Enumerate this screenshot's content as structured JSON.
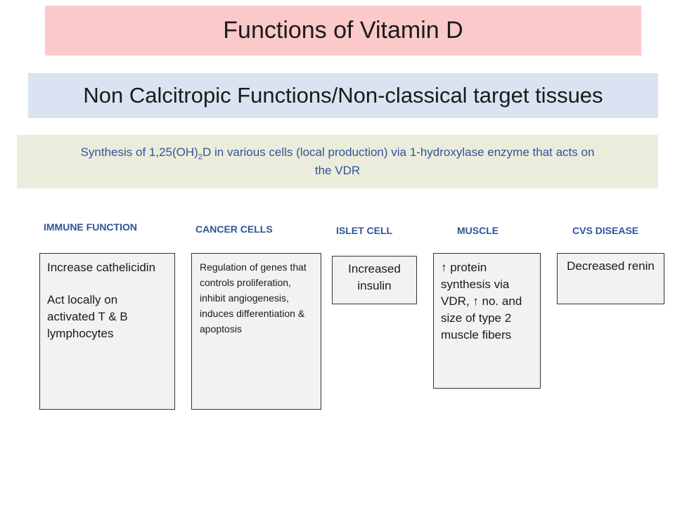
{
  "title": "Functions of Vitamin D",
  "subtitle": "Non Calcitropic Functions/Non-classical target tissues",
  "synthesis": {
    "part1": "Synthesis of 1,25(OH)",
    "subscript": "2",
    "part2": "D in various cells (local production) via 1-hydroxylase enzyme that acts on the VDR"
  },
  "categories": [
    {
      "label": "IMMUNE FUNCTION",
      "lines": [
        "Increase cathelicidin",
        "Act locally on activated T & B lymphocytes"
      ]
    },
    {
      "label": "CANCER CELLS",
      "lines": [
        "Regulation of genes that controls proliferation, inhibit angiogenesis, induces differentiation & apoptosis"
      ]
    },
    {
      "label": "ISLET CELL",
      "lines": [
        "Increased insulin"
      ]
    },
    {
      "label": "MUSCLE",
      "lines": [
        "↑ protein synthesis via VDR, ↑ no. and size of type 2 muscle fibers"
      ]
    },
    {
      "label": "CVS DISEASE",
      "lines": [
        "Decreased renin"
      ]
    }
  ],
  "colors": {
    "title_bg": "#fbc9c9",
    "subtitle_bg": "#d9e3f1",
    "synthesis_bg": "#ececdd",
    "accent_text": "#2f5597",
    "box_bg": "#f2f2f2"
  }
}
